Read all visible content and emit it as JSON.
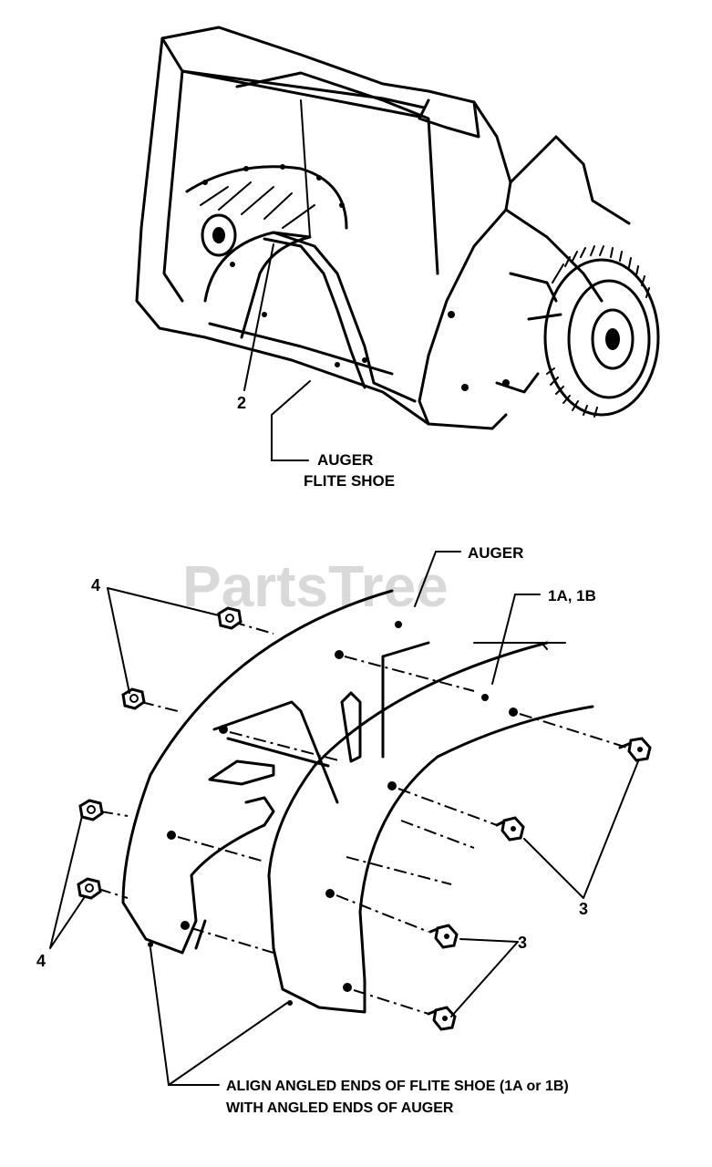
{
  "watermark": "PartsTree",
  "labels": {
    "part_2": "2",
    "auger_flite_shoe_line1": "AUGER",
    "auger_flite_shoe_line2": "FLITE SHOE",
    "auger": "AUGER",
    "part_1a_1b": "1A, 1B",
    "part_4_top": "4",
    "part_4_bottom": "4",
    "part_3_upper": "3",
    "part_3_lower": "3",
    "note_line1": "ALIGN ANGLED ENDS OF FLITE SHOE  (1A or 1B)",
    "note_line2": "WITH ANGLED ENDS OF AUGER"
  },
  "colors": {
    "ink": "#000000",
    "paper": "#ffffff",
    "watermark": "#d9d9d9"
  }
}
